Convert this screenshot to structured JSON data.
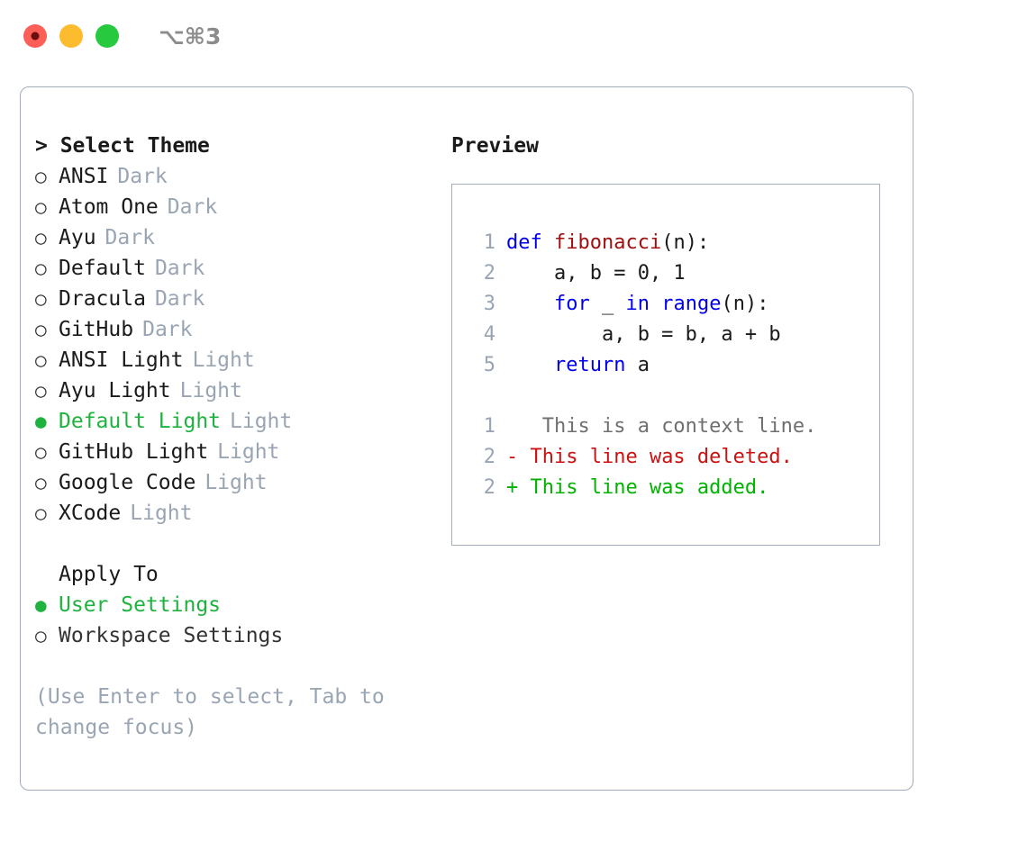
{
  "window": {
    "title": "⌥⌘3",
    "traffic_lights": [
      {
        "name": "close",
        "color": "#fb5f57"
      },
      {
        "name": "minimize",
        "color": "#fdbc2e"
      },
      {
        "name": "zoom",
        "color": "#27c93f"
      }
    ]
  },
  "colors": {
    "selected_green": "#1eb33f",
    "muted_tag": "#9aa5b4",
    "border": "#a3adbb",
    "keyword_blue": "#0000ee",
    "function_red": "#a01010",
    "diff_added": "#00b300",
    "diff_deleted": "#cc1111",
    "diff_context": "#6f6f6f"
  },
  "theme_list": {
    "header_prefix": "> ",
    "header": "Select Theme",
    "bullet_unselected": "○",
    "bullet_selected": "●",
    "items": [
      {
        "label": "ANSI",
        "tag": "Dark",
        "selected": false
      },
      {
        "label": "Atom One",
        "tag": "Dark",
        "selected": false
      },
      {
        "label": "Ayu",
        "tag": "Dark",
        "selected": false
      },
      {
        "label": "Default",
        "tag": "Dark",
        "selected": false
      },
      {
        "label": "Dracula",
        "tag": "Dark",
        "selected": false
      },
      {
        "label": "GitHub",
        "tag": "Dark",
        "selected": false
      },
      {
        "label": "ANSI Light",
        "tag": "Light",
        "selected": false
      },
      {
        "label": "Ayu Light",
        "tag": "Light",
        "selected": false
      },
      {
        "label": "Default Light",
        "tag": "Light",
        "selected": true
      },
      {
        "label": "GitHub Light",
        "tag": "Light",
        "selected": false
      },
      {
        "label": "Google Code",
        "tag": "Light",
        "selected": false
      },
      {
        "label": "XCode",
        "tag": "Light",
        "selected": false
      }
    ]
  },
  "apply_to": {
    "header": "Apply To",
    "items": [
      {
        "label": "User Settings",
        "selected": true
      },
      {
        "label": "Workspace Settings",
        "selected": false
      }
    ]
  },
  "hint": "(Use Enter to select, Tab to change focus)",
  "preview": {
    "header": "Preview",
    "code_lines": [
      {
        "number": "1",
        "tokens": [
          {
            "text": "def ",
            "type": "kw"
          },
          {
            "text": "fibonacci",
            "type": "fn"
          },
          {
            "text": "(n):",
            "type": "plain"
          }
        ]
      },
      {
        "number": "2",
        "tokens": [
          {
            "text": "    a, b = 0, 1",
            "type": "plain"
          }
        ]
      },
      {
        "number": "3",
        "tokens": [
          {
            "text": "    ",
            "type": "plain"
          },
          {
            "text": "for",
            "type": "kw"
          },
          {
            "text": " _ ",
            "type": "plain"
          },
          {
            "text": "in",
            "type": "kw"
          },
          {
            "text": " ",
            "type": "plain"
          },
          {
            "text": "range",
            "type": "kw"
          },
          {
            "text": "(n):",
            "type": "plain"
          }
        ]
      },
      {
        "number": "4",
        "tokens": [
          {
            "text": "        a, b = b, a + b",
            "type": "plain"
          }
        ]
      },
      {
        "number": "5",
        "tokens": [
          {
            "text": "    ",
            "type": "plain"
          },
          {
            "text": "return",
            "type": "kw"
          },
          {
            "text": " a",
            "type": "plain"
          }
        ]
      }
    ],
    "diff_lines": [
      {
        "number": "1",
        "marker": " ",
        "text": "  This is a context line.",
        "type": "ctx"
      },
      {
        "number": "2",
        "marker": "-",
        "text": " This line was deleted.",
        "type": "del"
      },
      {
        "number": "2",
        "marker": "+",
        "text": " This line was added.",
        "type": "add"
      }
    ]
  }
}
